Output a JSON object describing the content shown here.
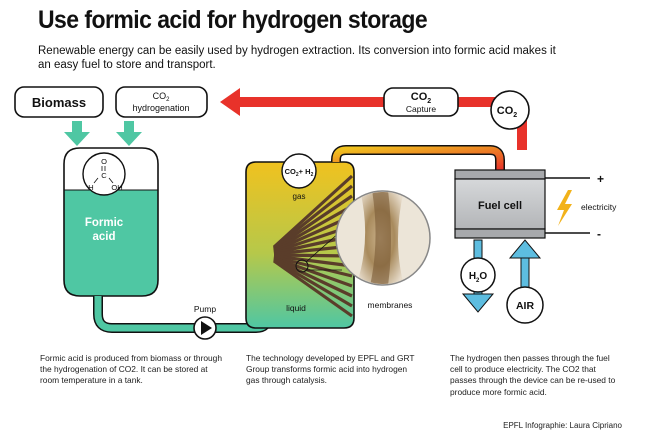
{
  "header": {
    "title": "Use formic acid for hydrogen storage",
    "subtitle": "Renewable energy can be easily used by hydrogen extraction. Its conversion into formic acid makes it an easy fuel to store and transport."
  },
  "inputs": {
    "biomass": "Biomass",
    "co2_hydrogenation_line1": "CO",
    "co2_hydrogenation_sub": "2",
    "co2_hydrogenation_line2": "hydrogenation"
  },
  "capture": {
    "line1": "CO",
    "sub": "2",
    "line2": "Capture"
  },
  "co2_circle": {
    "label": "CO",
    "sub": "2"
  },
  "tank": {
    "formula_h": "H",
    "formula_oh": "OH",
    "formula_c": "C",
    "formula_o": "O",
    "label_line1": "Formic",
    "label_line2": "acid"
  },
  "pump": {
    "label": "Pump"
  },
  "reactor": {
    "gas_bubble": "CO",
    "gas_bubble_sub": "2",
    "gas_bubble_h": "+ H",
    "gas_bubble_h_sub": "2",
    "gas_label": "gas",
    "liquid_label": "liquid",
    "membranes_label": "membranes"
  },
  "fuel_cell": {
    "label": "Fuel cell",
    "plus": "+",
    "minus": "-",
    "electricity": "electricity"
  },
  "outputs": {
    "h2o": "H",
    "h2o_sub": "2",
    "h2o_o": "O",
    "air": "AIR"
  },
  "descriptions": {
    "left": "Formic acid is produced from biomass or through the hydrogenation of CO2. It can be stored at room temperature in a tank.",
    "middle": "The technology developed by EPFL and GRT Group transforms formic acid into hydrogen gas through catalysis.",
    "right": "The hydrogen then passes through the fuel cell to produce electricity. The CO2 that passes through the device can be re-used to produce more formic acid."
  },
  "credit": "EPFL Infographie: Laura Cipriano",
  "colors": {
    "teal": "#4fc7a3",
    "red": "#e8322a",
    "yellow": "#f2c21f",
    "blue": "#5dbde0",
    "gray": "#bfc1c3"
  }
}
